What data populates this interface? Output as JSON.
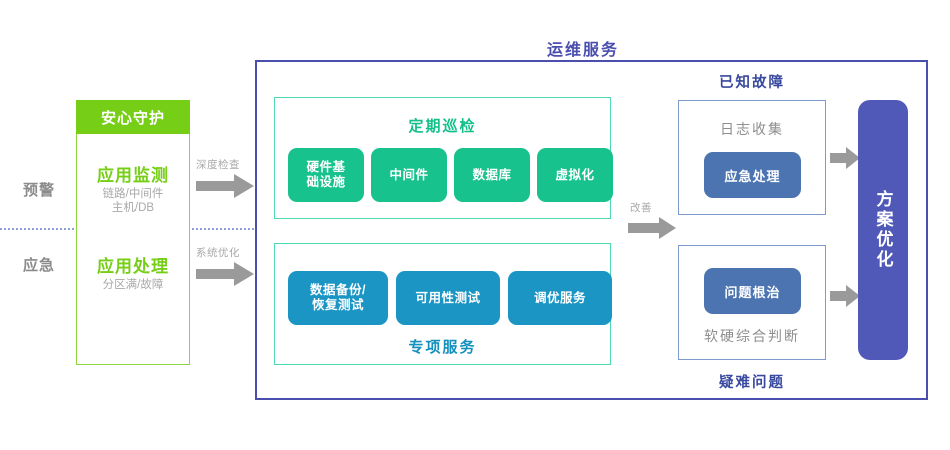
{
  "left_axis": {
    "rows": [
      {
        "label": "预警"
      },
      {
        "label": "应急"
      }
    ]
  },
  "green_panel": {
    "header": "安心守护",
    "sections": [
      {
        "title": "应用监测",
        "sub_line1": "链路/中间件",
        "sub_line2": "主机/DB"
      },
      {
        "title": "应用处理",
        "sub_line1": "分区满/故障",
        "sub_line2": ""
      }
    ],
    "border_color": "#8ed63f",
    "header_color": "#76cf16",
    "title_color": "#76cf16"
  },
  "connector_arrows": {
    "left_top": {
      "label": "深度检查",
      "icon": "right-arrow-icon"
    },
    "left_bottom": {
      "label": "系统优化",
      "icon": "right-arrow-icon"
    },
    "middle": {
      "label": "改善",
      "icon": "right-arrow-icon"
    },
    "right_top": {
      "label": "",
      "icon": "right-arrow-icon"
    },
    "right_bottom": {
      "label": "",
      "icon": "right-arrow-icon"
    },
    "color": "#9a9a9a"
  },
  "main": {
    "title": "运维服务",
    "border_color": "#4a4fae",
    "groups": [
      {
        "name": "定期巡检",
        "title_position": "top",
        "accent": "#13c08a",
        "border_color": "#4fd9b0",
        "items": [
          {
            "label": "硬件基\n础设施"
          },
          {
            "label": "中间件"
          },
          {
            "label": "数据库"
          },
          {
            "label": "虚拟化"
          }
        ]
      },
      {
        "name": "专项服务",
        "title_position": "bottom",
        "accent": "#1490bd",
        "border_color": "#4fd9b0",
        "items": [
          {
            "label": "数据备份/\n恢复测试"
          },
          {
            "label": "可用性测试"
          },
          {
            "label": "调优服务"
          }
        ]
      }
    ]
  },
  "right_panels": [
    {
      "heading": "已知故障",
      "heading_position": "top",
      "grey_label": "日志收集",
      "grey_position": "top",
      "pill": "应急处理"
    },
    {
      "heading": "疑难问题",
      "heading_position": "bottom",
      "grey_label": "软硬综合判断",
      "grey_position": "bottom",
      "pill": "问题根治"
    }
  ],
  "outcome_bar": {
    "label": "方案优化",
    "color": "#5059b8"
  }
}
